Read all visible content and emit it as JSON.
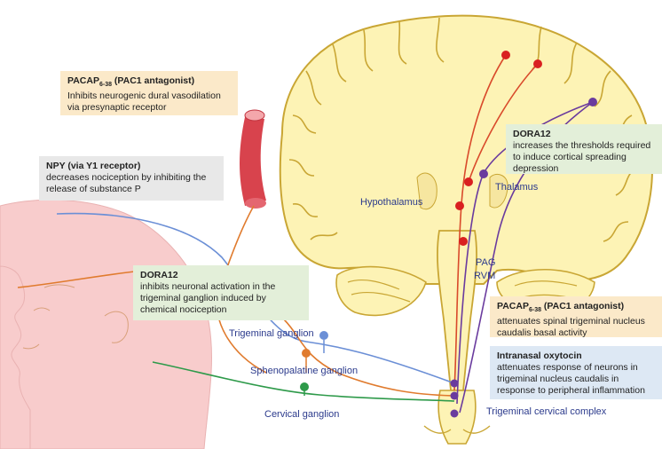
{
  "colors": {
    "orange_box": "#fbe9c9",
    "green_box": "#e3efd9",
    "gray_box": "#e8e8e8",
    "blue_box": "#dde8f4",
    "brain_fill": "#fdf3b5",
    "brain_stroke": "#c9a634",
    "head_fill": "#f8cccc",
    "vessel": "#d8434d",
    "red_path": "#d94a2b",
    "purple_path": "#6a3b9e",
    "blue_path": "#6b8fd6",
    "orange_path": "#e07b2e",
    "green_path": "#2e9a4a",
    "label_text": "#2b3a8c"
  },
  "boxes": {
    "pacap_top": {
      "title_main": "PACAP",
      "title_sub": "6-38",
      "title_rest": " (PAC1 antagonist)",
      "body": "Inhibits neurogenic dural vasodilation via presynaptic receptor"
    },
    "npy": {
      "title": "NPY (via Y1 receptor)",
      "body": "decreases nociception by inhibiting the release of substance P"
    },
    "dora_left": {
      "title": "DORA12",
      "body": "inhibits neuronal activation in the trigeminal ganglion induced by chemical nociception"
    },
    "dora_right": {
      "title": "DORA12",
      "body": "increases the thresholds required to induce cortical spreading depression"
    },
    "pacap_right": {
      "title_main": "PACAP",
      "title_sub": "6-38",
      "title_rest": " (PAC1 antagonist)",
      "body": "attenuates spinal trigeminal nucleus caudalis basal activity"
    },
    "oxytocin": {
      "title": "Intranasal oxytocin",
      "body": "attenuates response of neurons in trigeminal nucleus caudalis in response to peripheral inflammation"
    }
  },
  "labels": {
    "hypothalamus": "Hypothalamus",
    "thalamus": "Thalamus",
    "pag": "PAG",
    "rvm": "RVM",
    "trigeminal_ganglion": "Trigeminal ganglion",
    "sphenopalatine_ganglion": "Sphenopalatine ganglion",
    "cervical_ganglion": "Cervical ganglion",
    "trigeminal_cervical_complex": "Trigeminal cervical complex"
  },
  "icons": [
    "brain-illustration",
    "head-profile",
    "blood-vessel",
    "ganglion-node"
  ]
}
